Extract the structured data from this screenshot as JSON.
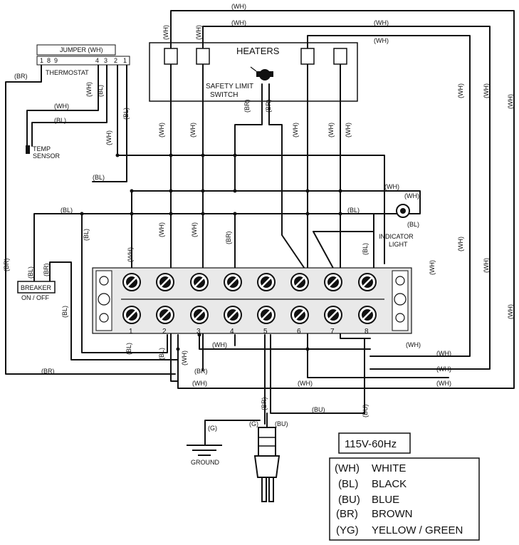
{
  "heaters_label": "HEATERS",
  "jumper_label": "JUMPER (WH)",
  "thermostat_label": "THERMOSTAT",
  "thermostat_terminals": [
    "1",
    "8",
    "9",
    "4",
    "3",
    "2",
    "1"
  ],
  "safety_switch_label": [
    "SAFETY LIMIT",
    "SWITCH"
  ],
  "temp_sensor_label": [
    "TEMP",
    "SENSOR"
  ],
  "indicator_label": [
    "INDICATOR",
    "LIGHT"
  ],
  "breaker_label": [
    "BREAKER",
    "ON / OFF"
  ],
  "ground_label": "GROUND",
  "terminal_numbers": [
    "1",
    "2",
    "3",
    "4",
    "5",
    "6",
    "7",
    "8"
  ],
  "voltage_label": "115V-60Hz",
  "legend": [
    {
      "code": "(WH)",
      "name": "WHITE"
    },
    {
      "code": "(BL)",
      "name": "BLACK"
    },
    {
      "code": "(BU)",
      "name": "BLUE"
    },
    {
      "code": "(BR)",
      "name": "BROWN"
    },
    {
      "code": "(YG)",
      "name": "YELLOW / GREEN"
    }
  ],
  "wire_codes": {
    "wh": "(WH)",
    "bl": "(BL)",
    "br": "(BR)",
    "bu": "(BU)",
    "g": "(G)"
  }
}
